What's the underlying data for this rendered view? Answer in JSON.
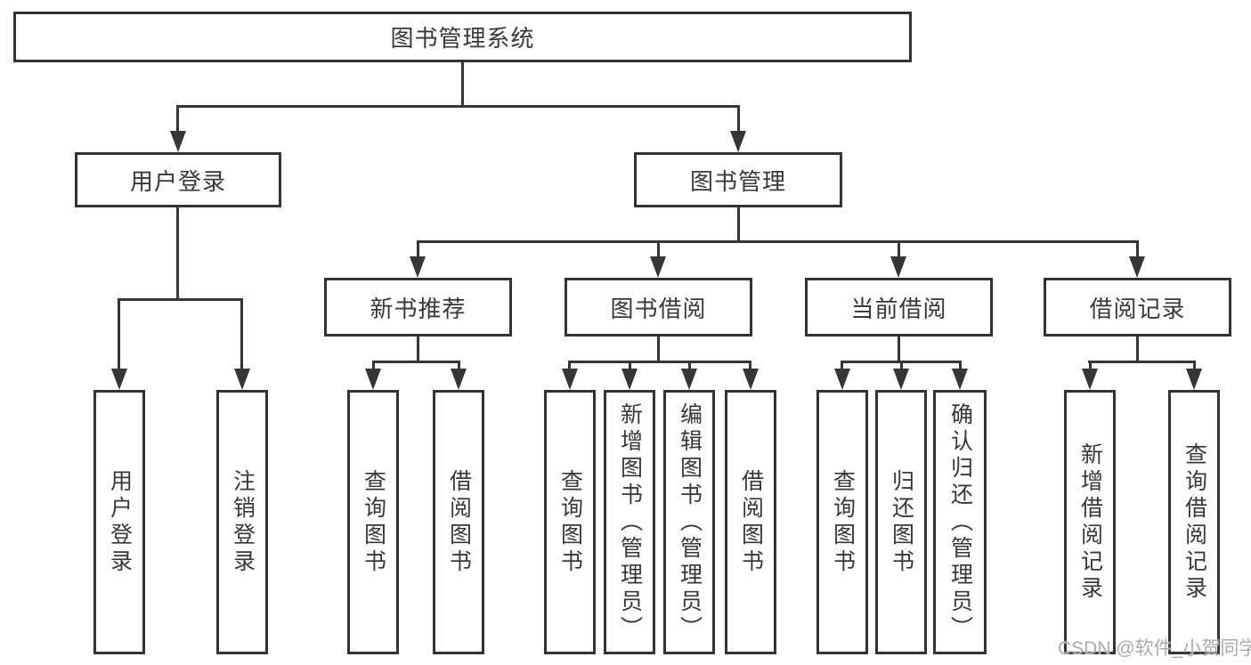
{
  "nodes": {
    "root": "图书管理系统",
    "level2": [
      "用户登录",
      "图书管理"
    ],
    "level3": [
      "新书推荐",
      "图书借阅",
      "当前借阅",
      "借阅记录"
    ],
    "leaves": [
      "用户登录",
      "注销登录",
      "查询图书",
      "借阅图书",
      "查询图书",
      "新增图书（管理员）",
      "编辑图书（管理员）",
      "借阅图书",
      "查询图书",
      "归还图书",
      "确认归还（管理员）",
      "新增借阅记录",
      "查询借阅记录"
    ]
  },
  "hierarchy": {
    "图书管理系统": [
      "用户登录",
      "图书管理"
    ],
    "用户登录": [
      "用户登录",
      "注销登录"
    ],
    "图书管理": [
      "新书推荐",
      "图书借阅",
      "当前借阅",
      "借阅记录"
    ],
    "新书推荐": [
      "查询图书",
      "借阅图书"
    ],
    "图书借阅": [
      "查询图书",
      "新增图书（管理员）",
      "编辑图书（管理员）",
      "借阅图书"
    ],
    "当前借阅": [
      "查询图书",
      "归还图书",
      "确认归还（管理员）"
    ],
    "借阅记录": [
      "新增借阅记录",
      "查询借阅记录"
    ]
  },
  "watermark": "CSDN @软件_小贺同学",
  "colors": {
    "line": "#363636",
    "box_border": "#333333",
    "text": "#383838",
    "watermark": "#ababab",
    "background": "#ffffff"
  }
}
